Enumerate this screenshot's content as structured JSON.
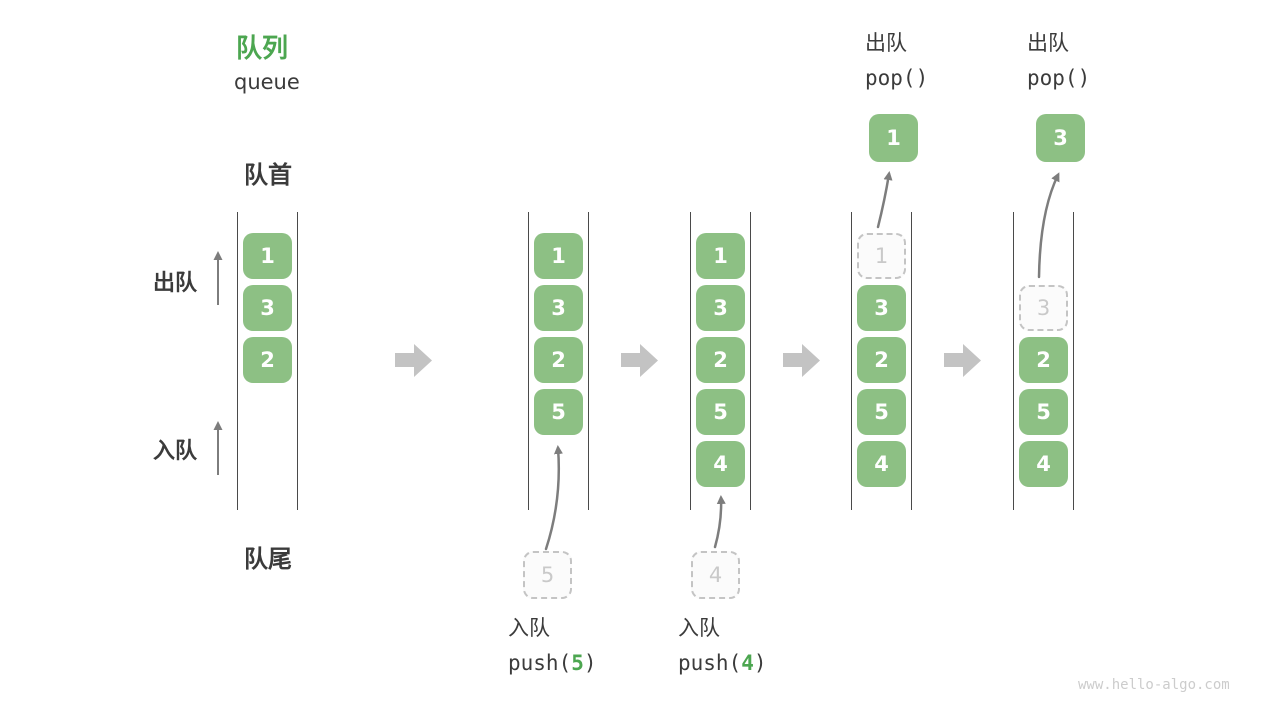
{
  "title": {
    "zh": "队列",
    "en": "queue"
  },
  "side_labels": {
    "front": "队首",
    "rear": "队尾",
    "dequeue": "出队",
    "enqueue": "入队"
  },
  "watermark": "www.hello-algo.com",
  "colors": {
    "element_green": "#8dc084",
    "accent_green": "#4ca650",
    "text_dark": "#3b3b3b",
    "thin_arrow_gray": "#7d7d7d",
    "block_arrow_gray": "#c3c3c3",
    "ghost_gray": "#c9c9c9"
  },
  "steps": [
    {
      "name": "initial",
      "queue": [
        "1",
        "3",
        "2"
      ]
    },
    {
      "name": "after-push-5",
      "queue": [
        "1",
        "3",
        "2",
        "5"
      ],
      "op": {
        "zh": "入队",
        "fn_open": "push(",
        "arg": "5",
        "fn_close": ")",
        "pending": "5"
      }
    },
    {
      "name": "after-push-4",
      "queue": [
        "1",
        "3",
        "2",
        "5",
        "4"
      ],
      "op": {
        "zh": "入队",
        "fn_open": "push(",
        "arg": "4",
        "fn_close": ")",
        "pending": "4"
      }
    },
    {
      "name": "pop-first",
      "queue": [
        "1",
        "3",
        "2",
        "5",
        "4"
      ],
      "ghost_index": 0,
      "op": {
        "zh": "出队",
        "fn": "pop()",
        "popped": "1"
      }
    },
    {
      "name": "pop-second",
      "queue": [
        "3",
        "2",
        "5",
        "4"
      ],
      "ghost_index": 0,
      "op": {
        "zh": "出队",
        "fn": "pop()",
        "popped": "3"
      }
    }
  ]
}
